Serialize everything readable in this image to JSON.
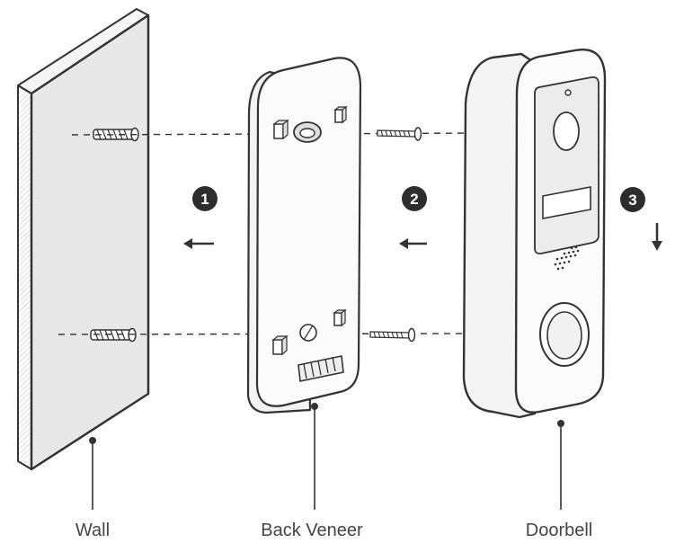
{
  "labels": {
    "wall": "Wall",
    "back_veneer": "Back Veneer",
    "doorbell": "Doorbell"
  },
  "steps": [
    {
      "number": "1",
      "direction": "left"
    },
    {
      "number": "2",
      "direction": "left"
    },
    {
      "number": "3",
      "direction": "down"
    }
  ],
  "colors": {
    "outline": "#333333",
    "step_badge": "#2d2d2d",
    "wall_face": "#e8e8e8",
    "wall_edge": "#f5f5f5",
    "device_body": "#f7f7f7",
    "faceplate": "#ececec"
  }
}
